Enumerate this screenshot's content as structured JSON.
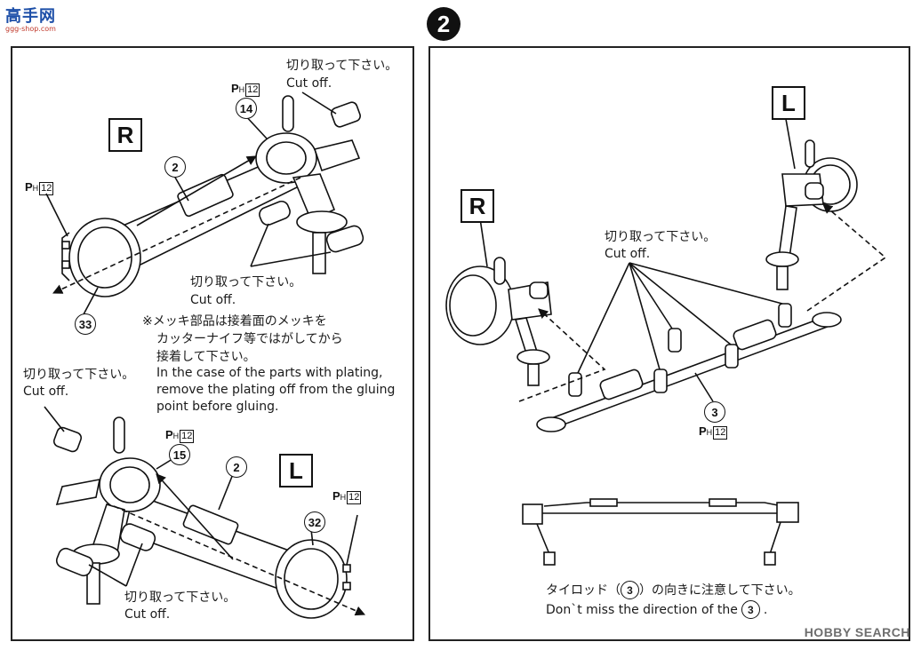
{
  "header": {
    "logo_text": "高手网",
    "logo_sub": "ggg-shop.com",
    "step_number": "2"
  },
  "left_panel": {
    "top_assembly": {
      "side_label": "R",
      "cut_label_jp": "切り取って下さい。",
      "cut_label_en": "Cut off.",
      "cut_label2_jp": "切り取って下さい。",
      "cut_label2_en": "Cut off.",
      "part_arm": "14",
      "part_rod": "2",
      "part_ring": "33",
      "ph_main": "P",
      "ph_sub": "H",
      "ph_num": "12"
    },
    "note": {
      "jp_line1": "※メッキ部品は接着面のメッキを",
      "jp_line2": "カッターナイフ等ではがしてから",
      "jp_line3": "接着して下さい。",
      "en_line1": "In the case of the parts with plating,",
      "en_line2": "remove the plating off from the gluing",
      "en_line3": "point before gluing."
    },
    "bottom_assembly": {
      "side_label": "L",
      "cut_label_jp": "切り取って下さい。",
      "cut_label_en": "Cut off.",
      "cut_label2_jp": "切り取って下さい。",
      "cut_label2_en": "Cut off.",
      "part_arm": "15",
      "part_rod": "2",
      "part_ring": "32",
      "ph_main": "P",
      "ph_sub": "H",
      "ph_num": "12"
    }
  },
  "right_panel": {
    "label_L": "L",
    "label_R": "R",
    "cut_label_jp": "切り取って下さい。",
    "cut_label_en": "Cut off.",
    "part_tierod": "3",
    "ph_main": "P",
    "ph_sub": "H",
    "ph_num": "12",
    "caution_jp_pre": "タイロッド（",
    "caution_jp_post": "）の向きに注意して下さい。",
    "caution_en_pre": "Don`t miss the direction of the",
    "caution_en_post": "."
  },
  "watermark": "HOBBY SEARCH"
}
